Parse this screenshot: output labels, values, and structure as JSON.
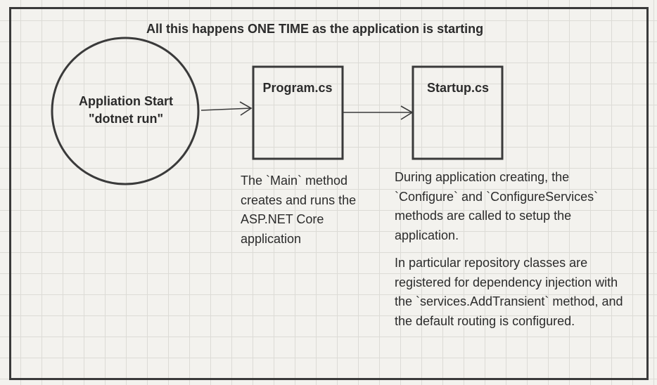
{
  "heading": "All this happens ONE TIME as the application is starting",
  "nodes": {
    "app_start": {
      "lines": [
        "Appliation Start",
        "\"dotnet run\""
      ]
    },
    "program": {
      "label": "Program.cs"
    },
    "startup": {
      "label": "Startup.cs"
    }
  },
  "notes": {
    "program": "The `Main` method creates and runs the ASP.NET Core application",
    "startup": [
      "During application creating, the `Configure` and `ConfigureServices` methods are called to setup the application.",
      "In particular repository classes are registered for dependency injection with the `services.AddTransient` method, and the default routing is configured."
    ]
  },
  "edges": [
    {
      "from": "app_start",
      "to": "program"
    },
    {
      "from": "program",
      "to": "startup"
    }
  ],
  "colors": {
    "background": "#f3f2ee",
    "grid": "#dcdbd6",
    "stroke": "#3a3a3a",
    "text": "#2b2b2b"
  }
}
